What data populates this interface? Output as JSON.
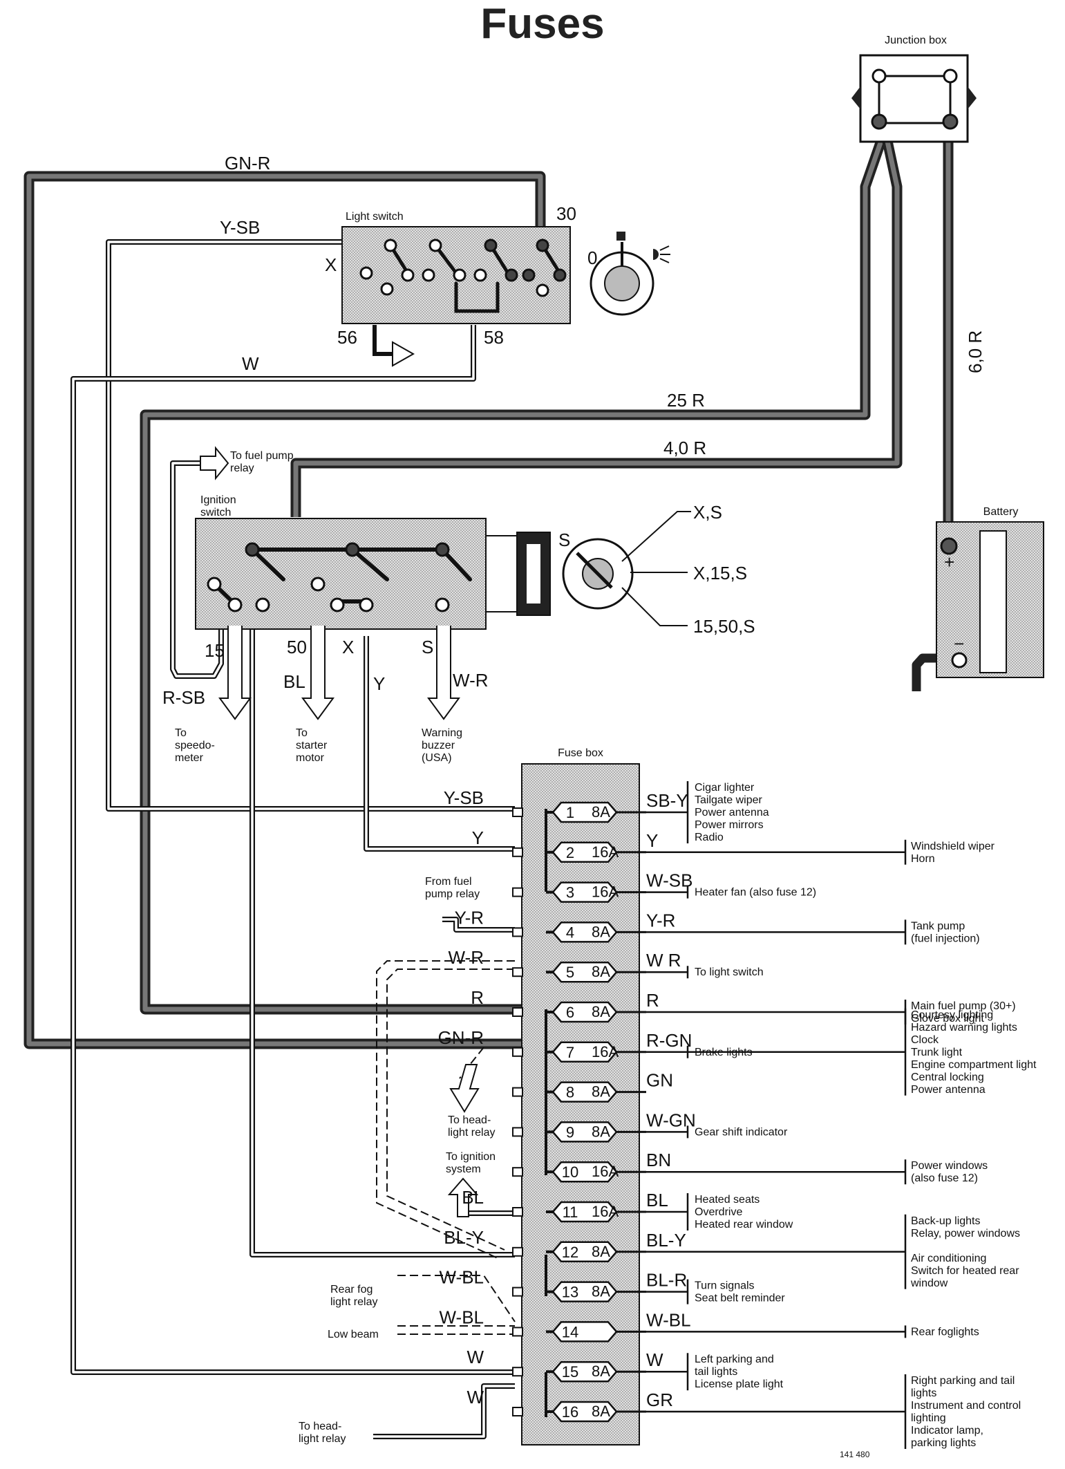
{
  "title": "Fuses",
  "components": {
    "junction_box": "Junction box",
    "light_switch": "Light switch",
    "ignition_switch": [
      "Ignition",
      "switch"
    ],
    "battery": "Battery",
    "fuse_box": "Fuse box",
    "battery_plus": "+",
    "battery_minus": "−"
  },
  "light_switch_terminals": {
    "t30": "30",
    "x": "X",
    "t56": "56",
    "t58": "58",
    "pos0": "0"
  },
  "ignition_terminals": {
    "t15": "15",
    "t50": "50",
    "x": "X",
    "s": "S",
    "s_key": "S"
  },
  "ignition_positions": [
    "X,S",
    "X,15,S",
    "15,50,S"
  ],
  "cables": {
    "gn_r": "GN-R",
    "y_sb": "Y-SB",
    "w": "W",
    "r25": "25 R",
    "r40": "4,0 R",
    "r60": "6,0 R",
    "r_sb": "R-SB",
    "bl": "BL",
    "y": "Y",
    "w_r": "W-R"
  },
  "notes": {
    "fuel_pump_relay": [
      "To fuel pump",
      "relay"
    ],
    "speedometer": [
      "To",
      "speedo-",
      "meter"
    ],
    "starter": [
      "To",
      "starter",
      "motor"
    ],
    "buzzer": [
      "Warning",
      "buzzer",
      "(USA)"
    ],
    "from_fuel_pump": [
      "From fuel",
      "pump relay"
    ],
    "headlight_relay": [
      "To head-",
      "light relay"
    ],
    "ignition_system": [
      "To ignition",
      "system"
    ],
    "rear_fog_relay": [
      "Rear fog",
      "light relay"
    ],
    "low_beam": "Low beam",
    "headlight_relay_bottom": [
      "To head-",
      "light relay"
    ],
    "drawing_no": "141 480"
  },
  "fuses": [
    {
      "num": "1",
      "amp": "8A",
      "in": "Y-SB",
      "out": "SB-Y",
      "near": [
        "Cigar lighter",
        "Tailgate wiper",
        "Power antenna",
        "Power mirrors",
        "Radio"
      ],
      "far": []
    },
    {
      "num": "2",
      "amp": "16A",
      "in": "Y",
      "out": "Y",
      "near": [],
      "far": [
        "Windshield wiper",
        "Horn"
      ]
    },
    {
      "num": "3",
      "amp": "16A",
      "in": "",
      "out": "W-SB",
      "near": [
        "Heater fan (also fuse 12)"
      ],
      "far": []
    },
    {
      "num": "4",
      "amp": "8A",
      "in": "Y-R",
      "out": "Y-R",
      "near": [],
      "far": [
        "Tank pump",
        "(fuel injection)"
      ]
    },
    {
      "num": "5",
      "amp": "8A",
      "in": "W-R",
      "out": "W R",
      "near": [
        "To light switch"
      ],
      "far": []
    },
    {
      "num": "6",
      "amp": "8A",
      "in": "R",
      "out": "R",
      "near": [],
      "far": [
        "Main fuel pump (30+)",
        "Glove box light"
      ]
    },
    {
      "num": "7",
      "amp": "16A",
      "in": "GN-R",
      "out": "R-GN",
      "near": [
        "Brake lights"
      ],
      "far": [
        "Courtesy lighting",
        "Hazard warning lights",
        "Clock",
        "Trunk light",
        "Engine compartment light",
        "Central locking",
        "Power antenna"
      ]
    },
    {
      "num": "8",
      "amp": "8A",
      "in": "",
      "out": "GN",
      "near": [],
      "far": []
    },
    {
      "num": "9",
      "amp": "8A",
      "in": "",
      "out": "W-GN",
      "near": [
        "Gear shift indicator"
      ],
      "far": []
    },
    {
      "num": "10",
      "amp": "16A",
      "in": "",
      "out": "BN",
      "near": [],
      "far": [
        "Power windows",
        "(also fuse 12)"
      ]
    },
    {
      "num": "11",
      "amp": "16A",
      "in": "BL",
      "out": "BL",
      "near": [
        "Heated seats",
        "Overdrive",
        "Heated rear window"
      ],
      "far": []
    },
    {
      "num": "12",
      "amp": "8A",
      "in": "BL-Y",
      "out": "BL-Y",
      "near": [],
      "far": [
        "Back-up lights",
        "Relay, power windows",
        "",
        "Air conditioning",
        "Switch for heated rear",
        "window"
      ]
    },
    {
      "num": "13",
      "amp": "8A",
      "in": "W-BL",
      "out": "BL-R",
      "near": [
        "Turn signals",
        "Seat belt reminder"
      ],
      "far": []
    },
    {
      "num": "14",
      "amp": "",
      "in": "W-BL",
      "out": "W-BL",
      "near": [],
      "far": [
        "Rear foglights"
      ]
    },
    {
      "num": "15",
      "amp": "8A",
      "in": "W",
      "out": "W",
      "near": [
        "Left parking and",
        "tail lights",
        "License plate light"
      ],
      "far": []
    },
    {
      "num": "16",
      "amp": "8A",
      "in": "W",
      "out": "GR",
      "near": [],
      "far": [
        "Right parking and tail",
        "lights",
        "Instrument and control",
        "lighting",
        "Indicator lamp,",
        "parking lights"
      ]
    }
  ]
}
